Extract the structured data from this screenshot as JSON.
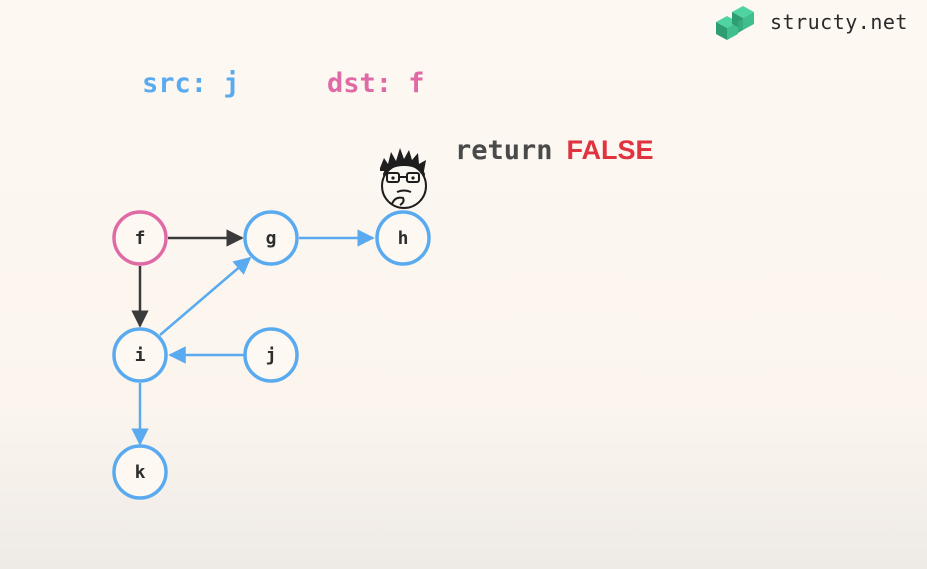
{
  "brand": {
    "name": "structy.net"
  },
  "query": {
    "src_label": "src:",
    "src_value": "j",
    "dst_label": "dst:",
    "dst_value": "f"
  },
  "result": {
    "keyword": "return",
    "value": "FALSE"
  },
  "colors": {
    "src": "#5aaaf0",
    "dst": "#e06aa6",
    "false": "#e0323f",
    "visited_node_stroke": "#5aaaf0",
    "dst_node_stroke": "#e06aa6",
    "unvisited_edge": "#3a3a3a",
    "visited_edge": "#5aaaf0",
    "brand": "#3fbf8c"
  },
  "graph": {
    "nodes": [
      {
        "id": "f",
        "label": "f",
        "state": "destination"
      },
      {
        "id": "g",
        "label": "g",
        "state": "visited"
      },
      {
        "id": "h",
        "label": "h",
        "state": "visited"
      },
      {
        "id": "i",
        "label": "i",
        "state": "visited"
      },
      {
        "id": "j",
        "label": "j",
        "state": "visited"
      },
      {
        "id": "k",
        "label": "k",
        "state": "visited"
      }
    ],
    "edges": [
      {
        "from": "f",
        "to": "g",
        "state": "unvisited"
      },
      {
        "from": "f",
        "to": "i",
        "state": "unvisited"
      },
      {
        "from": "g",
        "to": "h",
        "state": "visited"
      },
      {
        "from": "i",
        "to": "g",
        "state": "visited"
      },
      {
        "from": "j",
        "to": "i",
        "state": "visited"
      },
      {
        "from": "i",
        "to": "k",
        "state": "visited"
      }
    ]
  },
  "mascot": {
    "icon": "thinking-face-icon"
  }
}
